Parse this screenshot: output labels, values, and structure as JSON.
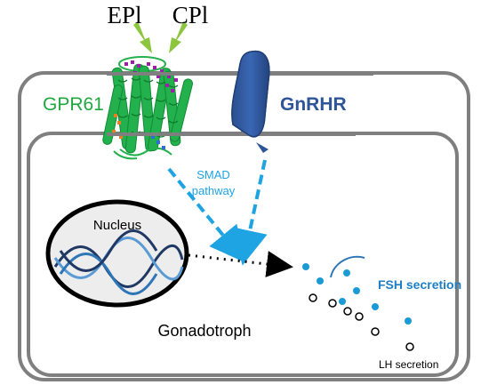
{
  "labels": {
    "ep1": "EPl",
    "cp1": "CPl",
    "gpr61": "GPR61",
    "gnrhr": "GnRHR",
    "smad_line1": "SMAD",
    "smad_line2": "pathway",
    "nucleus": "Nucleus",
    "fsh": "FSH secretion",
    "lh": "LH secretion",
    "gonadotroph": "Gonadotroph"
  },
  "colors": {
    "membrane": "#7f7f7f",
    "gpr61": "#22b14c",
    "gpr61_label": "#1fa83f",
    "gnrhr": "#2e5597",
    "smad": "#1ea3e3",
    "arrow_green": "#8cc63f",
    "fsh_granule": "#1a9ad6",
    "fsh_label": "#1f7fc4",
    "lh_label": "#000000",
    "helix_dark": "#1f3864",
    "helix_light": "#5b9bd5"
  },
  "icons": {
    "ligand_arrows": "green-down-arrow-icon",
    "gpr61": "protein-helix-bundle-icon",
    "gnrhr": "receptor-barrel-icon",
    "nucleus": "dna-double-helix-icon"
  }
}
